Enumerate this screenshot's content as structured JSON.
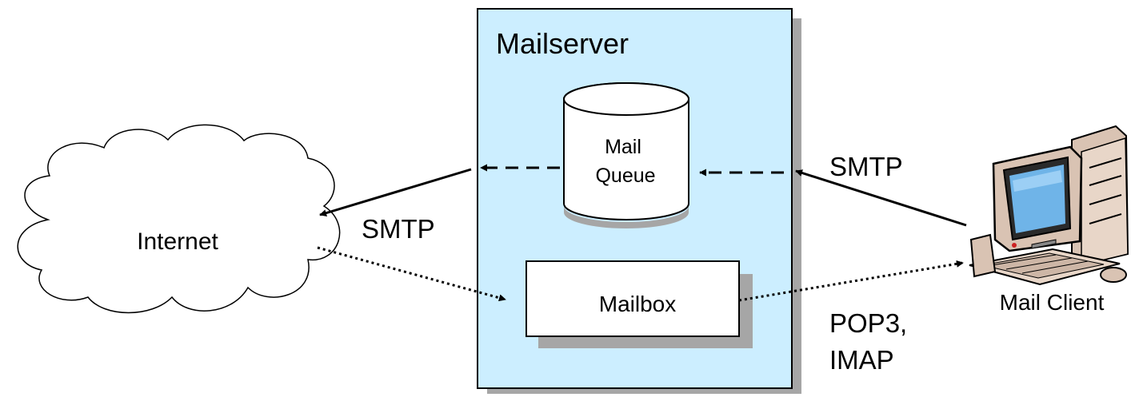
{
  "mailserver": {
    "title": "Mailserver",
    "queue_label_line1": "Mail",
    "queue_label_line2": "Queue",
    "mailbox_label": "Mailbox"
  },
  "internet": {
    "label": "Internet"
  },
  "client": {
    "label": "Mail Client"
  },
  "protocols": {
    "smtp_outbound": "SMTP",
    "smtp_inbound": "SMTP",
    "retrieval_line1": "POP3,",
    "retrieval_line2": "IMAP"
  },
  "colors": {
    "server_fill": "#cceeff",
    "shadow": "#a6a6a6",
    "outline": "#000000",
    "box_fill": "#ffffff"
  }
}
